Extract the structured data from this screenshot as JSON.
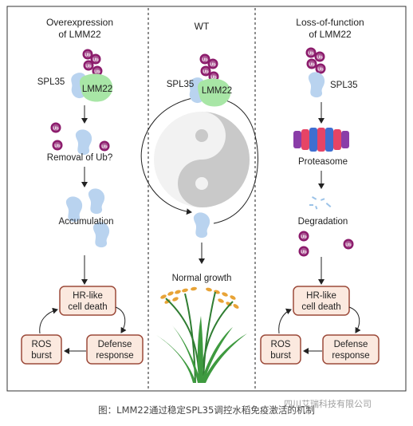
{
  "panels": {
    "left": {
      "title_line1": "Overexpression",
      "title_line2": "of LMM22",
      "protein_a": "SPL35",
      "protein_b": "LMM22",
      "step1": "Removal of Ub?",
      "step2": "Accumulation",
      "outcome_line1": "HR-like",
      "outcome_line2": "cell death",
      "ros_line1": "ROS",
      "ros_line2": "burst",
      "defense_line1": "Defense",
      "defense_line2": "response"
    },
    "center": {
      "title": "WT",
      "protein_a": "SPL35",
      "protein_b": "LMM22",
      "result": "Normal growth"
    },
    "right": {
      "title_line1": "Loss-of-function",
      "title_line2": "of LMM22",
      "protein_a": "SPL35",
      "step1": "Proteasome",
      "step2": "Degradation",
      "outcome_line1": "HR-like",
      "outcome_line2": "cell death",
      "ros_line1": "ROS",
      "ros_line2": "burst",
      "defense_line1": "Defense",
      "defense_line2": "response"
    }
  },
  "ub_label": "Ub",
  "caption": "图：LMM22通过稳定SPL35调控水稻免疫激活的机制",
  "watermark": "四川艾瑞科技有限公司",
  "colors": {
    "spl35": "#b9d3ef",
    "lmm22": "#a8e6a6",
    "ub": "#8b1a6b",
    "box_fill": "#fbe9df",
    "box_stroke": "#9c4a3a"
  }
}
